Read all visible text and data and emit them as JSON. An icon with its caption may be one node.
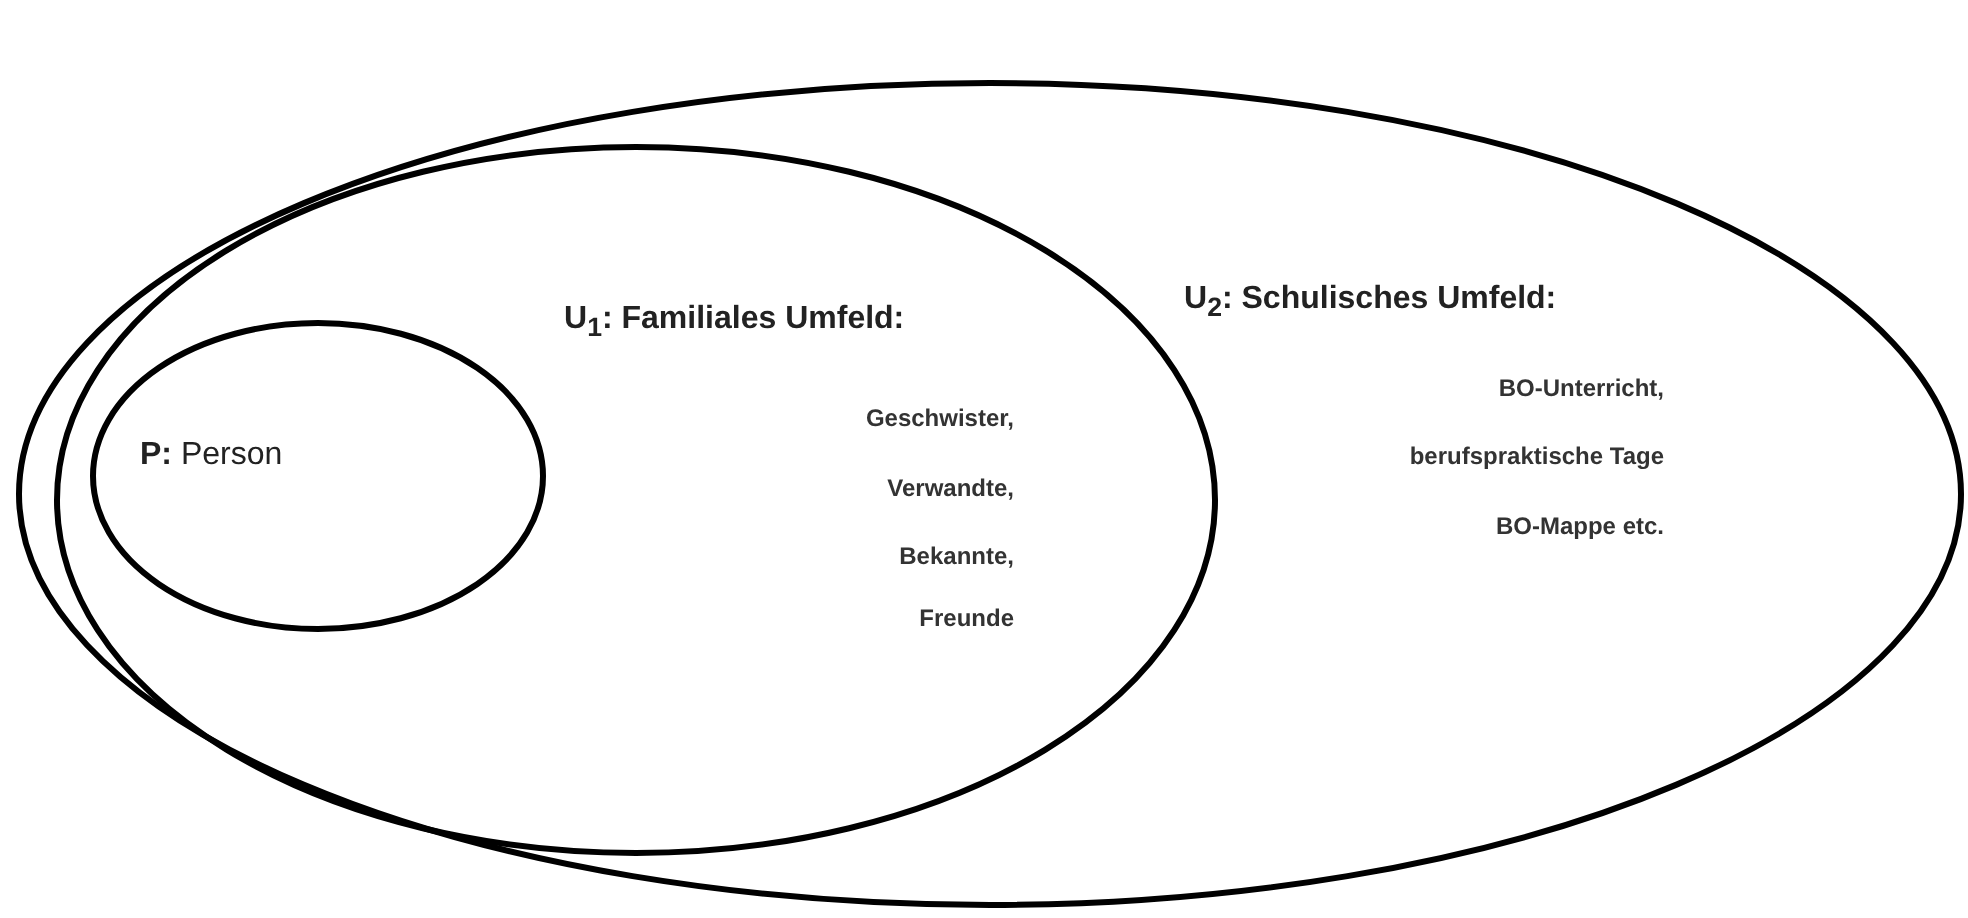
{
  "diagram": {
    "nodes": [
      {
        "text": [
          "U$_{2}$: Schulisches Umfeld:",
          "BO-Unterricht,",
          "berufspraktische Tage",
          "BO-Mappe etc."
        ]
      },
      {
        "text": [
          "U$_{1}$: Familiales Umfeld:",
          "Geschwister,",
          "Verwandte,",
          "Bekannte,",
          "Freunde"
        ],
        "in": 0
      },
      {
        "text": [
          "**P:** Person"
        ],
        "in": 1
      }
    ]
  }
}
